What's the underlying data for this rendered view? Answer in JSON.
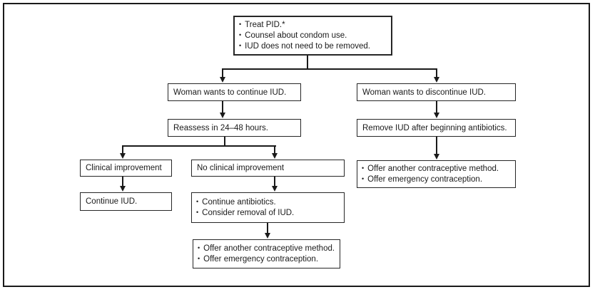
{
  "diagram": {
    "bullet_char": "•",
    "nodes": {
      "treat_pid": {
        "bullets": [
          "Treat PID.*",
          "Counsel about condom use.",
          "IUD does not need to be removed."
        ]
      },
      "continue_branch": {
        "label": "Woman wants to continue IUD."
      },
      "discontinue_branch": {
        "label": "Woman wants to discontinue IUD."
      },
      "reassess": {
        "label": "Reassess in 24–48 hours."
      },
      "remove_iud": {
        "label": "Remove IUD after beginning antibiotics."
      },
      "clinical_improvement": {
        "label": "Clinical improvement"
      },
      "no_clinical_improvement": {
        "label": "No clinical improvement"
      },
      "offer_after_removal": {
        "bullets": [
          "Offer another contraceptive method.",
          "Offer emergency contraception."
        ]
      },
      "continue_iud": {
        "label": "Continue IUD."
      },
      "continue_antibiotics": {
        "bullets": [
          "Continue antibiotics.",
          "Consider removal of IUD."
        ]
      },
      "offer_after_no_improvement": {
        "bullets": [
          "Offer another contraceptive method.",
          "Offer emergency contraception."
        ]
      }
    },
    "colors": {
      "line": "#1a1a1a",
      "box_border": "#262626",
      "background": "#ffffff",
      "text": "#1a1a1a"
    }
  }
}
